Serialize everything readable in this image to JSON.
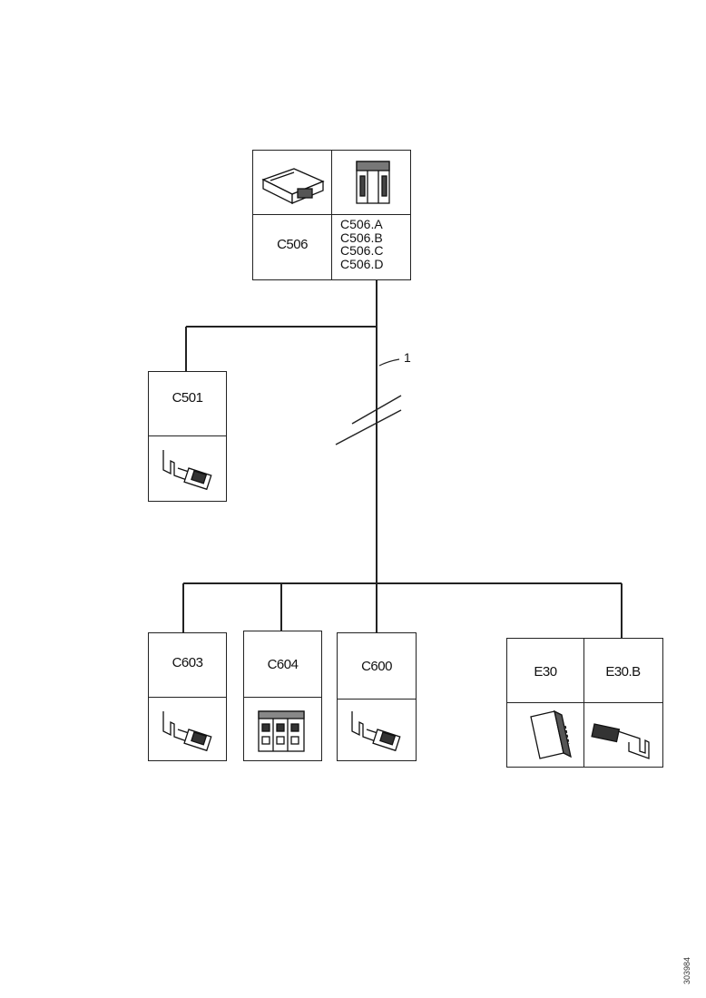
{
  "colors": {
    "line": "#222222",
    "background": "#ffffff"
  },
  "wire_ref": "1",
  "doc_id": "303984",
  "hub": {
    "name": "C506",
    "pins": [
      "C506.A",
      "C506.B",
      "C506.C",
      "C506.D"
    ],
    "icons": [
      "control-module-icon",
      "multi-pin-connector-icon"
    ]
  },
  "branch_connectors": [
    {
      "name": "C501",
      "icon": "terminal-pin-icon"
    },
    {
      "name": "C603",
      "icon": "terminal-pin-icon"
    },
    {
      "name": "C604",
      "icon": "multi-pin-connector-icon"
    },
    {
      "name": "C600",
      "icon": "terminal-pin-icon"
    }
  ],
  "ground": {
    "name": "E30",
    "sub": "E30.B",
    "icons": [
      "ground-block-icon",
      "ground-terminal-icon"
    ]
  }
}
